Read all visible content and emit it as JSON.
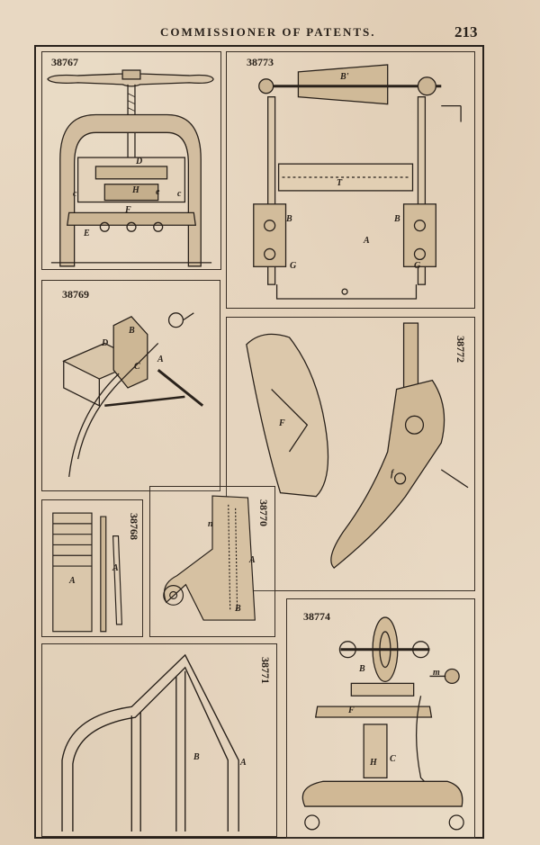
{
  "header": {
    "running_head": "COMMISSIONER OF PATENTS.",
    "page_number": "213"
  },
  "figures": [
    {
      "id": "fig-38767",
      "number": "38767",
      "parts": [
        "E",
        "c",
        "c",
        "F",
        "H",
        "e",
        "D"
      ]
    },
    {
      "id": "fig-38773",
      "number": "38773",
      "parts": [
        "B'",
        "A",
        "B",
        "B",
        "G",
        "G",
        "T"
      ]
    },
    {
      "id": "fig-38769",
      "number": "38769",
      "parts": [
        "B",
        "D",
        "A",
        "C"
      ]
    },
    {
      "id": "fig-38772",
      "number": "38772",
      "parts": [
        "F",
        "f"
      ]
    },
    {
      "id": "fig-38768",
      "number": "38768",
      "parts": [
        "A",
        "A"
      ]
    },
    {
      "id": "fig-38770",
      "number": "38770",
      "parts": [
        "A",
        "B",
        "n"
      ]
    },
    {
      "id": "fig-38771",
      "number": "38771",
      "parts": [
        "A",
        "B"
      ]
    },
    {
      "id": "fig-38774",
      "number": "38774",
      "parts": [
        "B",
        "m",
        "F",
        "H",
        "C"
      ]
    }
  ]
}
